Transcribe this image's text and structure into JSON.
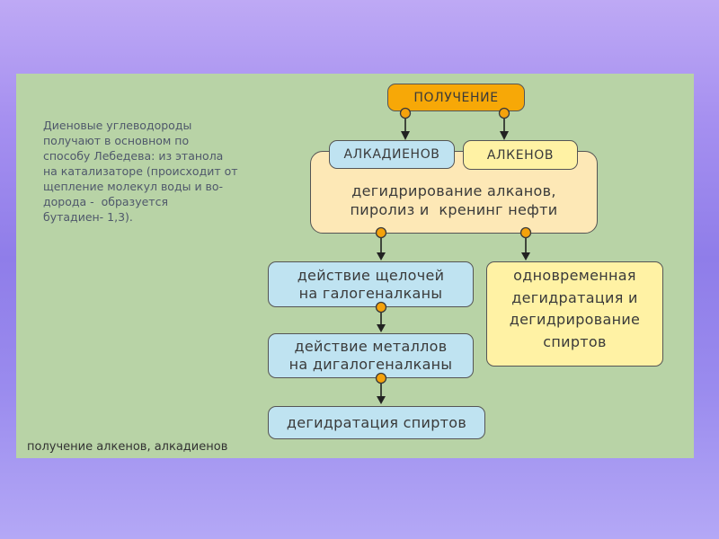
{
  "slide": {
    "note_lines": [
      "Диеновые углеводороды",
      "получают в основном по",
      "способу Лебедева: из этанола",
      "на катализаторе (происходит от",
      "щепление молекул воды и во-",
      "дорода -  образуется",
      "бутадиен- 1,3)."
    ],
    "caption": "получение алкенов, алкадиенов"
  },
  "flowchart": {
    "root_label": "ПОЛУЧЕНИЕ",
    "branch_alkadienes": "АЛКАДИЕНОВ",
    "branch_alkenes": "АЛКЕНОВ",
    "common_method_lines": [
      "дегидрирование алканов,",
      "пиролиз и  кренинг нефти"
    ],
    "alkali_method_lines": [
      "действие щелочей",
      "на галогеналканы"
    ],
    "metals_method_lines": [
      "действие металлов",
      "на дигалогеналканы"
    ],
    "dehydration_method": "дегидратация спиртов",
    "simultaneous_method_lines": [
      "одновременная",
      "дегидратация и",
      "дегидрирование",
      "спиртов"
    ]
  },
  "colors": {
    "panel_green": "#b8d3a6",
    "root_orange": "#f7a807",
    "box_blue": "#bfe3f1",
    "box_yellow": "#fff2a4",
    "box_peach": "#fde8b6",
    "connector_dot": "#f4a20c",
    "outline": "#555555"
  }
}
